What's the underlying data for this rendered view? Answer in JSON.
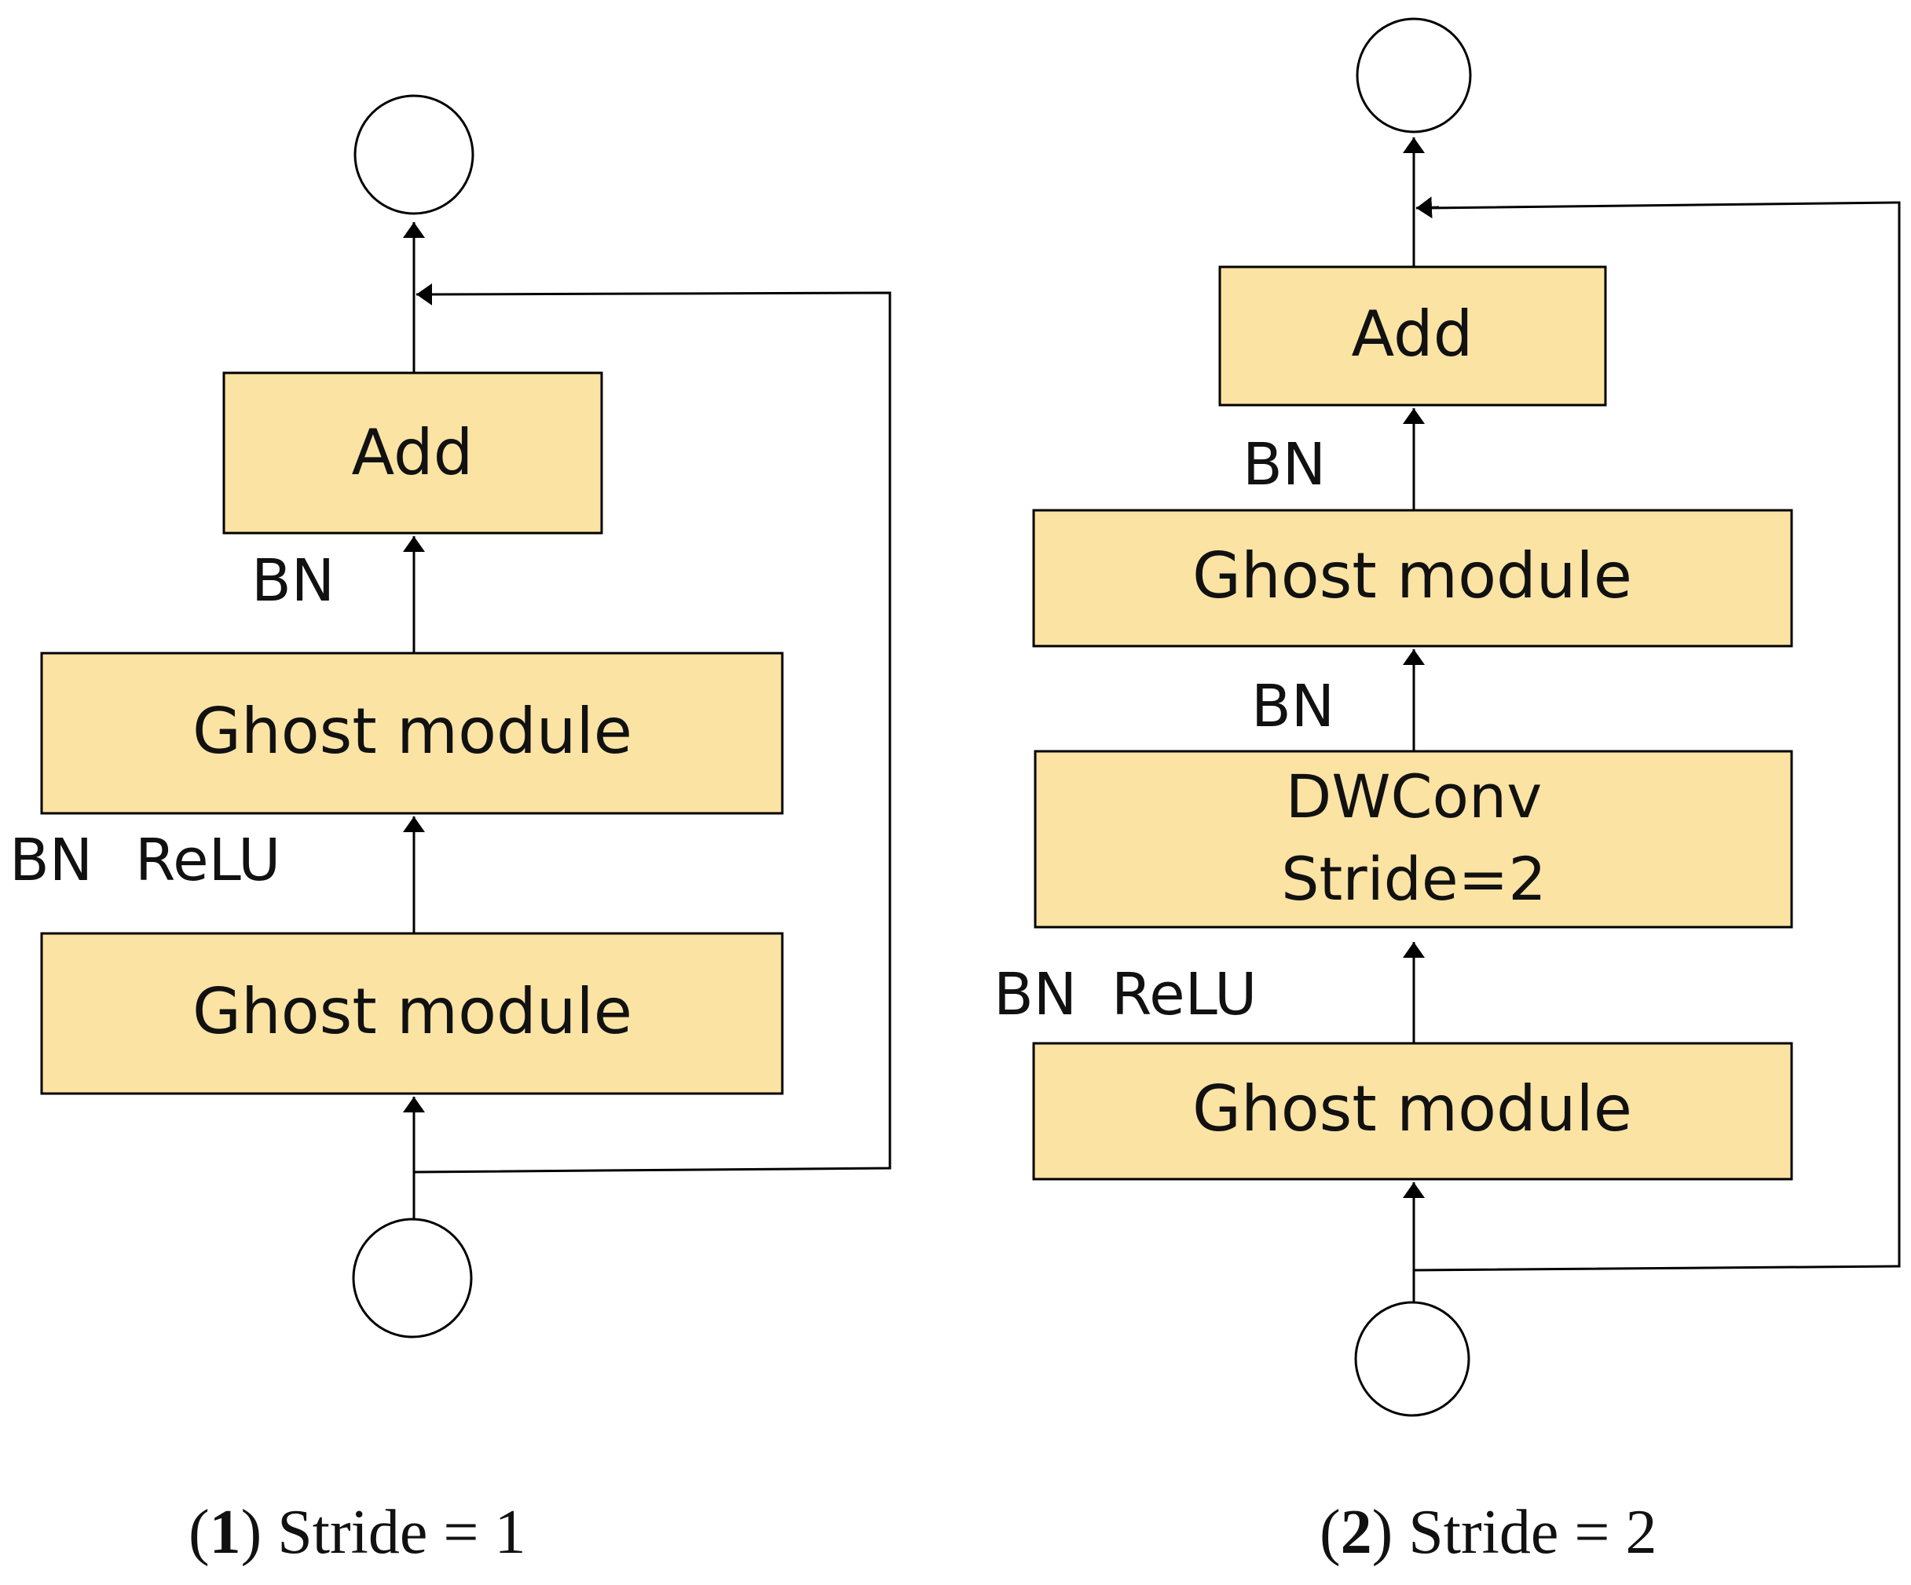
{
  "colors": {
    "box_fill": "#fbe3a4",
    "stroke": "#000000",
    "text": "#111111"
  },
  "diagram_1": {
    "add_label": "Add",
    "bn_label": "BN",
    "ghost_upper_label": "Ghost module",
    "bn_relu_bn": "BN",
    "bn_relu_relu": "ReLU",
    "ghost_lower_label": "Ghost module",
    "caption": {
      "open": "(",
      "num": "1",
      "rest": ") Stride = 1"
    }
  },
  "diagram_2": {
    "add_label": "Add",
    "bn_top_label": "BN",
    "ghost_upper_label": "Ghost module",
    "bn_mid_label": "BN",
    "dwconv_line1": "DWConv",
    "dwconv_line2": "Stride=2",
    "bn_relu_bn": "BN",
    "bn_relu_relu": "ReLU",
    "ghost_lower_label": "Ghost module",
    "caption": {
      "open": "(",
      "num": "2",
      "rest": ") Stride = 2"
    }
  }
}
